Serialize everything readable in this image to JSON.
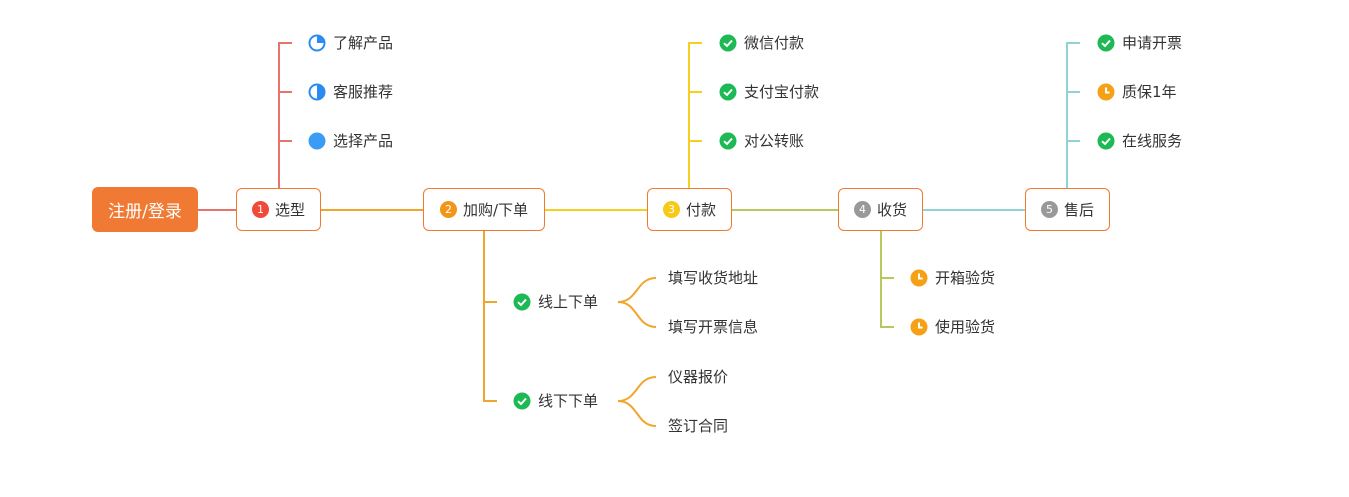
{
  "root": {
    "label": "注册/登录"
  },
  "stages": [
    {
      "num": "1",
      "label": "选型",
      "color": "#f04a3a",
      "line_color": "#e8736b"
    },
    {
      "num": "2",
      "label": "加购/下单",
      "color": "#f29519",
      "line_color": "#f0a62c"
    },
    {
      "num": "3",
      "label": "付款",
      "color": "#f7c919",
      "line_color": "#f5d020"
    },
    {
      "num": "4",
      "label": "收货",
      "color": "#999999",
      "line_color": "#b7c95d"
    },
    {
      "num": "5",
      "label": "售后",
      "color": "#999999",
      "line_color": "#8fd3d6"
    }
  ],
  "leaves": {
    "xuanxing": [
      {
        "label": "了解产品",
        "icon": "progress-quarter"
      },
      {
        "label": "客服推荐",
        "icon": "progress-half"
      },
      {
        "label": "选择产品",
        "icon": "progress-full"
      }
    ],
    "fukuan": [
      {
        "label": "微信付款",
        "icon": "check"
      },
      {
        "label": "支付宝付款",
        "icon": "check"
      },
      {
        "label": "对公转账",
        "icon": "check"
      }
    ],
    "shouhou": [
      {
        "label": "申请开票",
        "icon": "check"
      },
      {
        "label": "质保1年",
        "icon": "clock"
      },
      {
        "label": "在线服务",
        "icon": "check"
      }
    ],
    "shouhuo": [
      {
        "label": "开箱验货",
        "icon": "clock"
      },
      {
        "label": "使用验货",
        "icon": "clock"
      }
    ],
    "xiadan": [
      {
        "label": "线上下单",
        "icon": "check",
        "children": [
          "填写收货地址",
          "填写开票信息"
        ]
      },
      {
        "label": "线下下单",
        "icon": "check",
        "children": [
          "仪器报价",
          "签订合同"
        ]
      }
    ]
  },
  "colors": {
    "accent": "#f07a33",
    "check": "#1db954",
    "clock": "#f5a015",
    "progress": "#2a8cf0"
  }
}
